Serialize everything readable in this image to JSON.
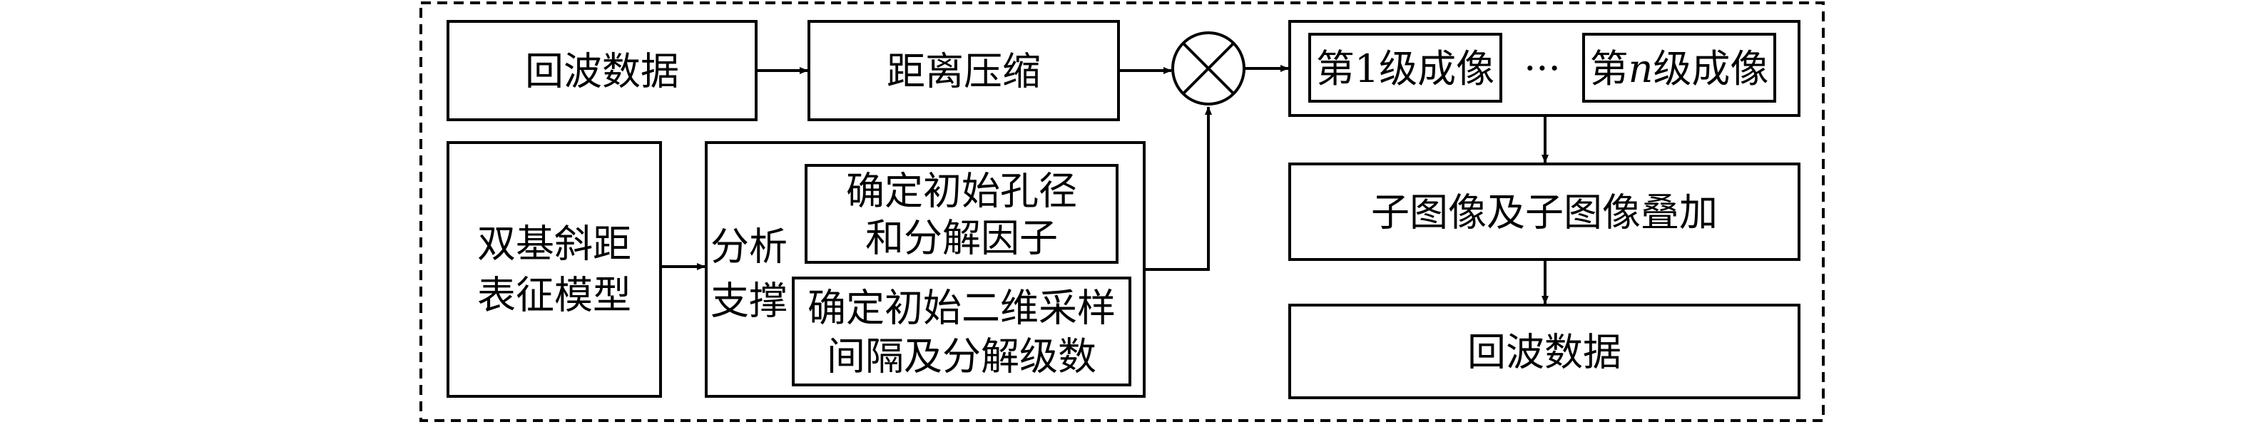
{
  "diagram": {
    "input_data": "回波数据",
    "range_compress": "距离压缩",
    "bistatic_model": [
      "双基斜距",
      "表征模型"
    ],
    "analysis_support": [
      "分析",
      "支撑"
    ],
    "aperture_factor": [
      "确定初始孔径",
      "和分解因子"
    ],
    "sampling_levels": [
      "确定初始二维采样",
      "间隔及分解级数"
    ],
    "level1_prefix": "第",
    "level1_num": "1",
    "level1_suffix": "级成像",
    "ellipsis": "···",
    "leveln_prefix": "第",
    "leveln_var": "n",
    "leveln_suffix": "级成像",
    "subimage_stack": "子图像及子图像叠加",
    "output_data": "回波数据"
  },
  "colors": {
    "stroke": "#000000",
    "background": "#ffffff"
  }
}
